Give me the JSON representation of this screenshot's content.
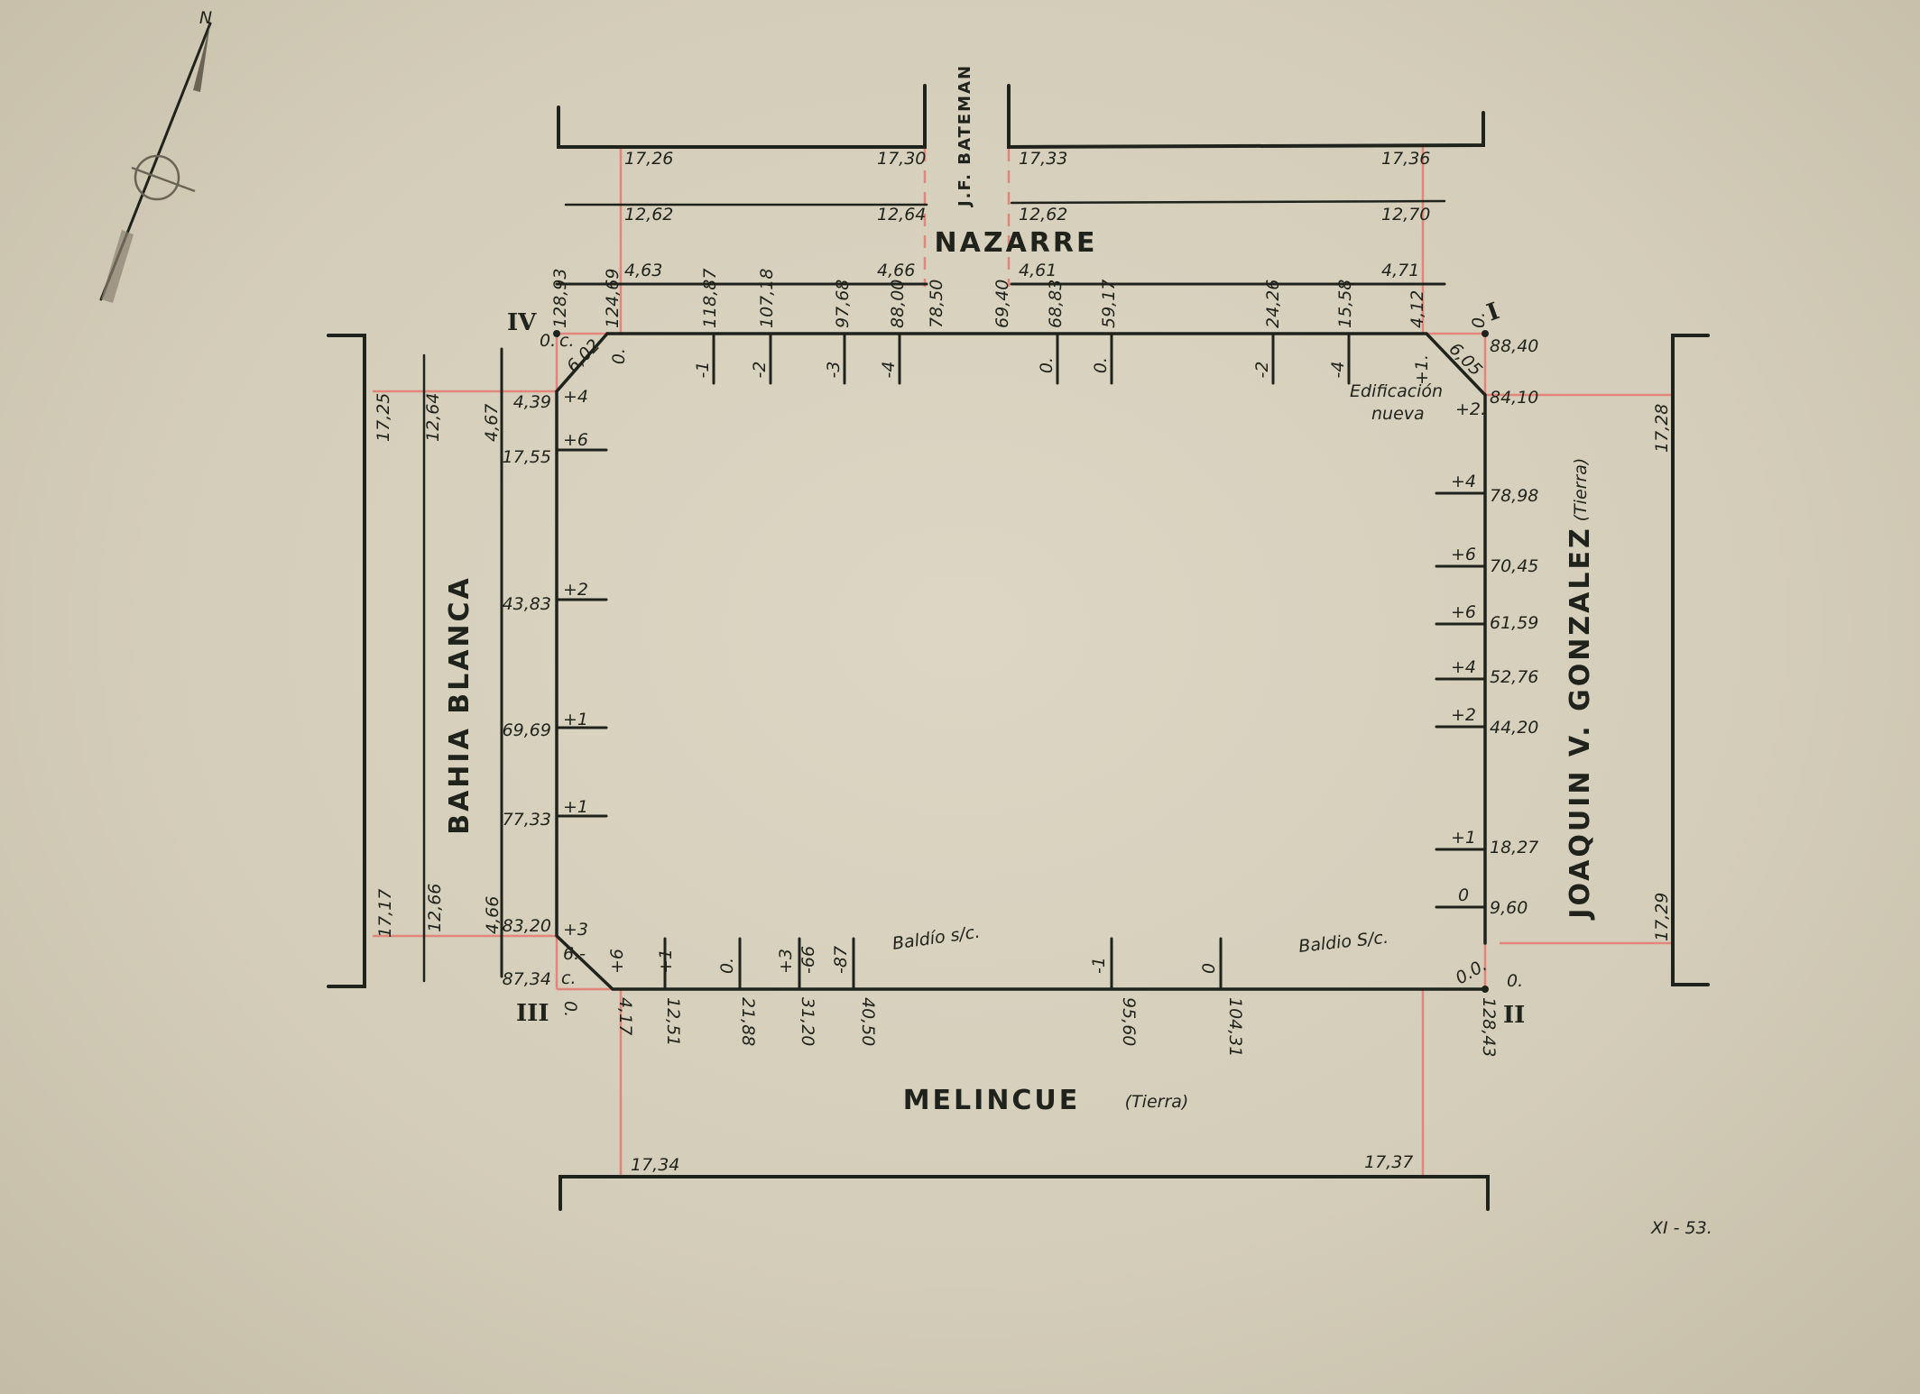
{
  "streets": {
    "north": "NAZARRE",
    "north_cross": "J.F. BATEMAN",
    "west": "BAHIA BLANCA",
    "east": "JOAQUIN V. GONZALEZ",
    "east_note": "(Tierra)",
    "south": "MELINCUE",
    "south_note": "(Tierra)"
  },
  "corners": {
    "I": "I",
    "II": "II",
    "III": "III",
    "IV": "IV"
  },
  "notes": {
    "edificacion": "Edificación",
    "nueva": "nueva",
    "baldio_1": "Baldío s/c.",
    "baldio_2": "Baldio S/c.",
    "date": "XI - 53.",
    "north_mark": "N",
    "chamfer_iv": "6,02",
    "chamfer_i": "6,05",
    "chamfer_iii": "6.-",
    "c_iv": "c.",
    "c_iii": "c.",
    "zero_iv": "0.",
    "zero_i": "0.",
    "zero_iii": "0.",
    "zero_ii": "0.0.",
    "zero_ii_b": "0."
  },
  "north_levels": {
    "curb_far": [
      "17,26",
      "17,30",
      "17,33",
      "17,36"
    ],
    "mid": [
      "12,62",
      "12,64",
      "12,62",
      "12,70"
    ],
    "curb_near": [
      "4,63",
      "4,66",
      "4,61",
      "4,71"
    ]
  },
  "west_levels": {
    "top": [
      "17,25",
      "12,64",
      "4,67"
    ],
    "bottom": [
      "17,17",
      "12,66",
      "4,66"
    ]
  },
  "east_levels": [
    "17,28",
    "17,29"
  ],
  "south_levels": [
    "17,34",
    "17,37"
  ],
  "north_side": {
    "distances": [
      "128,93",
      "124,69",
      "118,87",
      "107,18",
      "97,68",
      "88,00",
      "78,50",
      "69,40",
      "68,83",
      "59,17",
      "24,26",
      "15,58",
      "4,12"
    ],
    "marks": [
      "0.",
      "-1",
      "-2",
      "-3",
      "-4",
      "0.",
      "0.",
      "-2",
      "-4",
      "+1."
    ]
  },
  "west_side": {
    "distances": [
      "4,39",
      "17,55",
      "43,83",
      "69,69",
      "77,33",
      "83,20",
      "87,34"
    ],
    "marks": [
      "+4",
      "+6",
      "+2",
      "+1",
      "+1",
      "+3"
    ]
  },
  "east_side": {
    "distances": [
      "88,40",
      "84,10",
      "78,98",
      "70,45",
      "61,59",
      "52,76",
      "44,20",
      "18,27",
      "9,60"
    ],
    "marks": [
      "+2.",
      "+4",
      "+6",
      "+6",
      "+4",
      "+2",
      "+1",
      "0"
    ]
  },
  "south_side": {
    "distances": [
      "4,17",
      "12,51",
      "21,88",
      "31,20",
      "40,50",
      "95,60",
      "104,31",
      "128,43"
    ],
    "marks": [
      "+6",
      "+1",
      "0.",
      "+3",
      "-66",
      "-87",
      "-1",
      "0"
    ]
  },
  "colors": {
    "paper": "#d8d2c0",
    "ink": "#1f231c",
    "survey_line": "#e2857a"
  }
}
